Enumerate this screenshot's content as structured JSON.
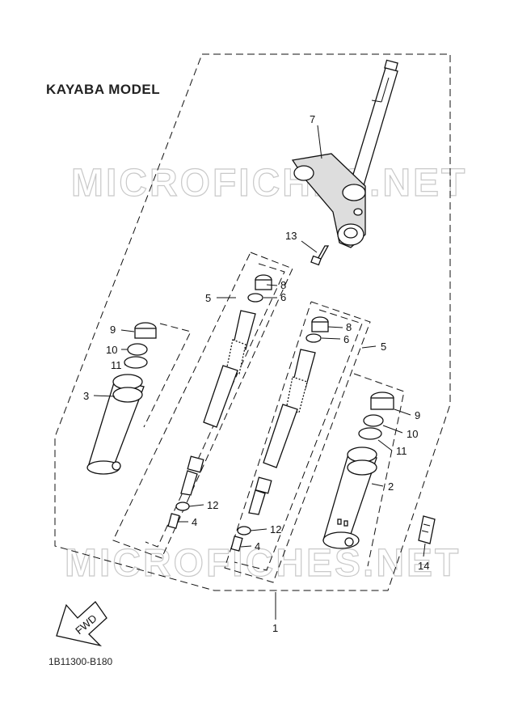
{
  "title": "KAYABA MODEL",
  "diagram_code": "1B11300-B180",
  "watermark": "MICROFICHES.NET",
  "fwd_label": "FWD",
  "callouts": {
    "p1": "1",
    "p2": "2",
    "p3": "3",
    "p4a": "4",
    "p4b": "4",
    "p5a": "5",
    "p5b": "5",
    "p6a": "6",
    "p6b": "6",
    "p7": "7",
    "p8a": "8",
    "p8b": "8",
    "p9a": "9",
    "p9b": "9",
    "p10a": "10",
    "p10b": "10",
    "p11a": "11",
    "p11b": "11",
    "p12a": "12",
    "p12b": "12",
    "p13": "13",
    "p14": "14"
  }
}
